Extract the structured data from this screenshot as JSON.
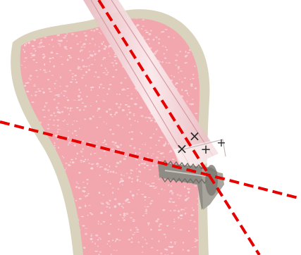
{
  "scene": {
    "kind": "bone-screw-illustration",
    "colors": {
      "background": "#ffffff",
      "cortex": "#d9d2bc",
      "cancellous": "#f2a6ae",
      "pore": "#f8d9dc",
      "guide": "#f3d6d9",
      "screw": "#8f8c85",
      "axis_line": "#e60000"
    },
    "axes": [
      {
        "name": "guide-axis",
        "style": "dashed"
      },
      {
        "name": "transverse-axis",
        "style": "dashed"
      }
    ],
    "marks": [
      {
        "name": "cross-mark",
        "glyph": "×"
      },
      {
        "name": "cross-mark",
        "glyph": "×"
      },
      {
        "name": "plus-mark",
        "glyph": "+"
      },
      {
        "name": "plus-mark",
        "glyph": "+"
      }
    ]
  }
}
